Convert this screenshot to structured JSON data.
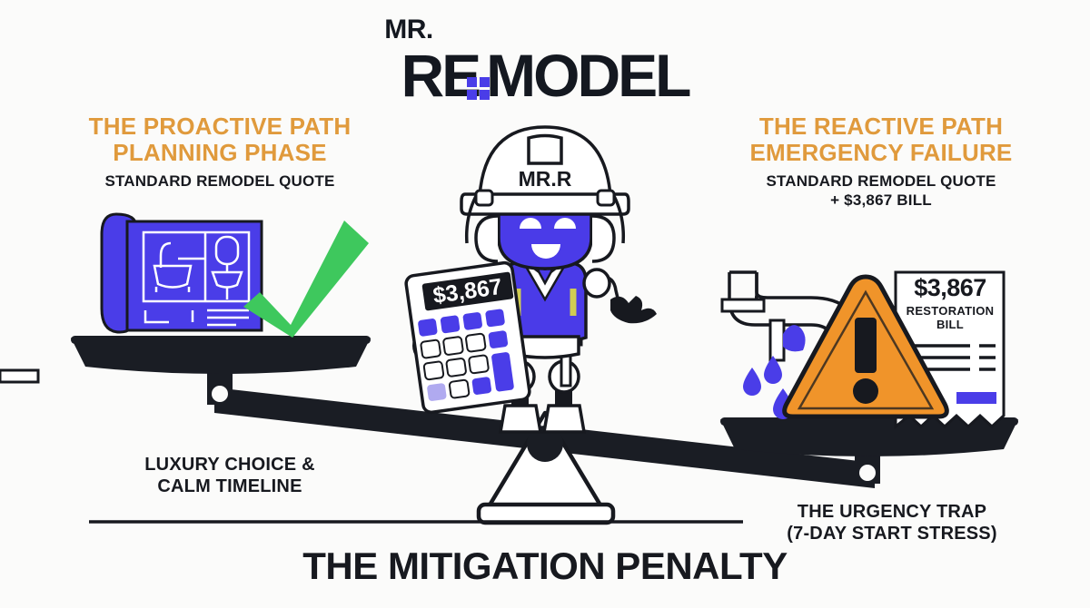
{
  "logo": {
    "prefix": "MR.",
    "part1": "RE",
    "part2": "MODEL",
    "square_color": "#4a3de8"
  },
  "left_panel": {
    "heading_line1": "THE PROACTIVE PATH",
    "heading_line2": "PLANNING PHASE",
    "subheading": "STANDARD REMODEL QUOTE",
    "caption": "LUXURY CHOICE &\nCALM TIMELINE",
    "accent_color": "#e09a3c",
    "blueprint_color": "#4a3de8",
    "check_color": "#3ec85d"
  },
  "right_panel": {
    "heading_line1": "THE REACTIVE PATH",
    "heading_line2": "EMERGENCY FAILURE",
    "subheading": "STANDARD REMODEL QUOTE",
    "subheading2": "+ $3,867 BILL",
    "caption": "THE URGENCY TRAP\n(7-DAY START STRESS)",
    "accent_color": "#e09a3c",
    "warning_color": "#f0942a",
    "drop_color": "#4a3de8"
  },
  "bill": {
    "amount": "$3,867",
    "label_line1": "RESTORATION",
    "label_line2": "BILL",
    "highlight_color": "#4a3de8"
  },
  "robot": {
    "helmet_label": "MR.R",
    "calculator_display": "$3,867",
    "body_color": "#4a3be8"
  },
  "main_title": "THE MITIGATION PENALTY",
  "scale": {
    "dark_color": "#1a1d24"
  }
}
